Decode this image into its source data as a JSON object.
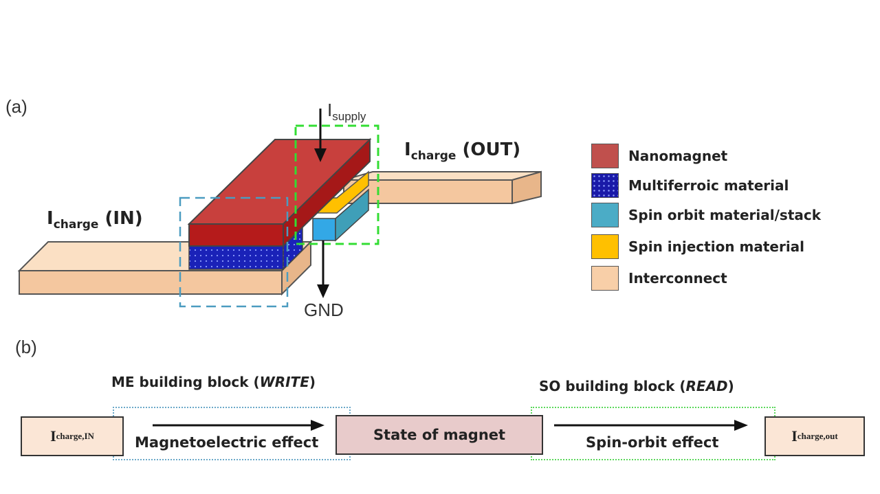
{
  "panel_a": {
    "label": "(a)",
    "i_supply": {
      "main": "I",
      "sub": "supply"
    },
    "i_charge_out": {
      "main": "I",
      "sub": "charge",
      "suffix": " (OUT)"
    },
    "i_charge_in": {
      "main": "I",
      "sub": "charge",
      "suffix": " (IN)"
    },
    "gnd": "GND"
  },
  "legend": [
    {
      "label": "Nanomagnet",
      "color": "#c0504d"
    },
    {
      "label": "Multiferroic material",
      "color": "#1a1aa8"
    },
    {
      "label": "Spin orbit material/stack",
      "color": "#4bacc6"
    },
    {
      "label": "Spin injection material",
      "color": "#ffc000"
    },
    {
      "label": "Interconnect",
      "color": "#f8cfa8"
    }
  ],
  "panel_b": {
    "label": "(b)",
    "me_block": {
      "text": "ME building block (",
      "italic": "WRITE",
      "end": ")"
    },
    "so_block": {
      "text": "SO building block (",
      "italic": "READ",
      "end": ")"
    },
    "input_box": {
      "main": "I",
      "sub": "charge,IN"
    },
    "magnet_box": "State of magnet",
    "output_box": {
      "main": "I",
      "sub": "charge,out"
    },
    "me_effect": "Magnetoelectric effect",
    "so_effect": "Spin-orbit effect"
  }
}
